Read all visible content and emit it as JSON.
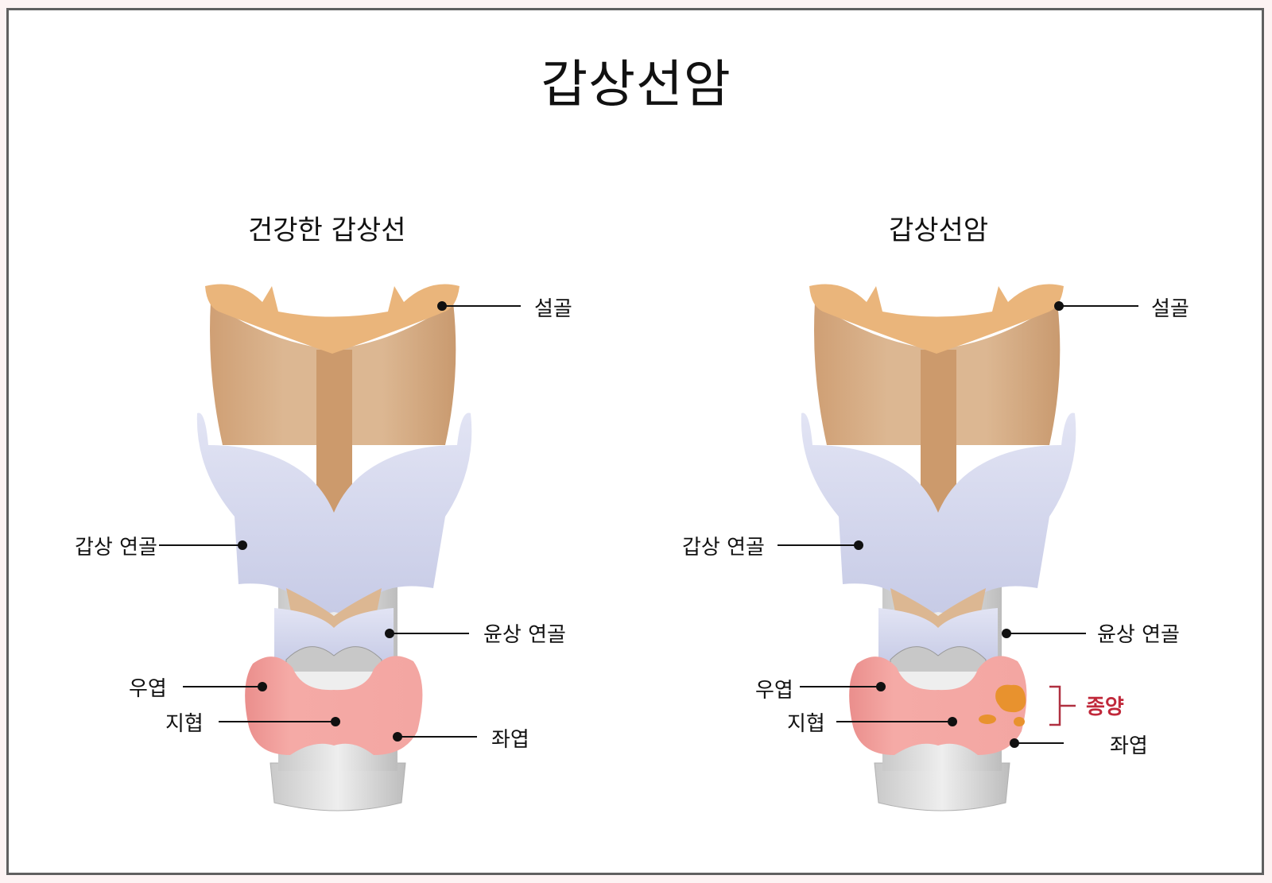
{
  "title": "갑상선암",
  "panels": [
    {
      "subtitle": "건강한 갑상선",
      "labels": {
        "hyoid": "설골",
        "thyroid_cartilage": "갑상 연골",
        "cricoid_cartilage": "윤상 연골",
        "right_lobe": "우엽",
        "isthmus": "지협",
        "left_lobe": "좌엽"
      }
    },
    {
      "subtitle": "갑상선암",
      "labels": {
        "hyoid": "설골",
        "thyroid_cartilage": "갑상 연골",
        "cricoid_cartilage": "윤상 연골",
        "right_lobe": "우엽",
        "isthmus": "지협",
        "left_lobe": "좌엽",
        "tumor": "종양"
      }
    }
  ],
  "colors": {
    "hyoid": "#e9b47a",
    "larynx": "#dcb38f",
    "cartilage": "#cfd3ec",
    "trachea": "#d9d9d9",
    "thyroid": "#f2a3a0",
    "tumor": "#e8922e",
    "tumor_label": "#c0283a",
    "frame": "#606060"
  }
}
